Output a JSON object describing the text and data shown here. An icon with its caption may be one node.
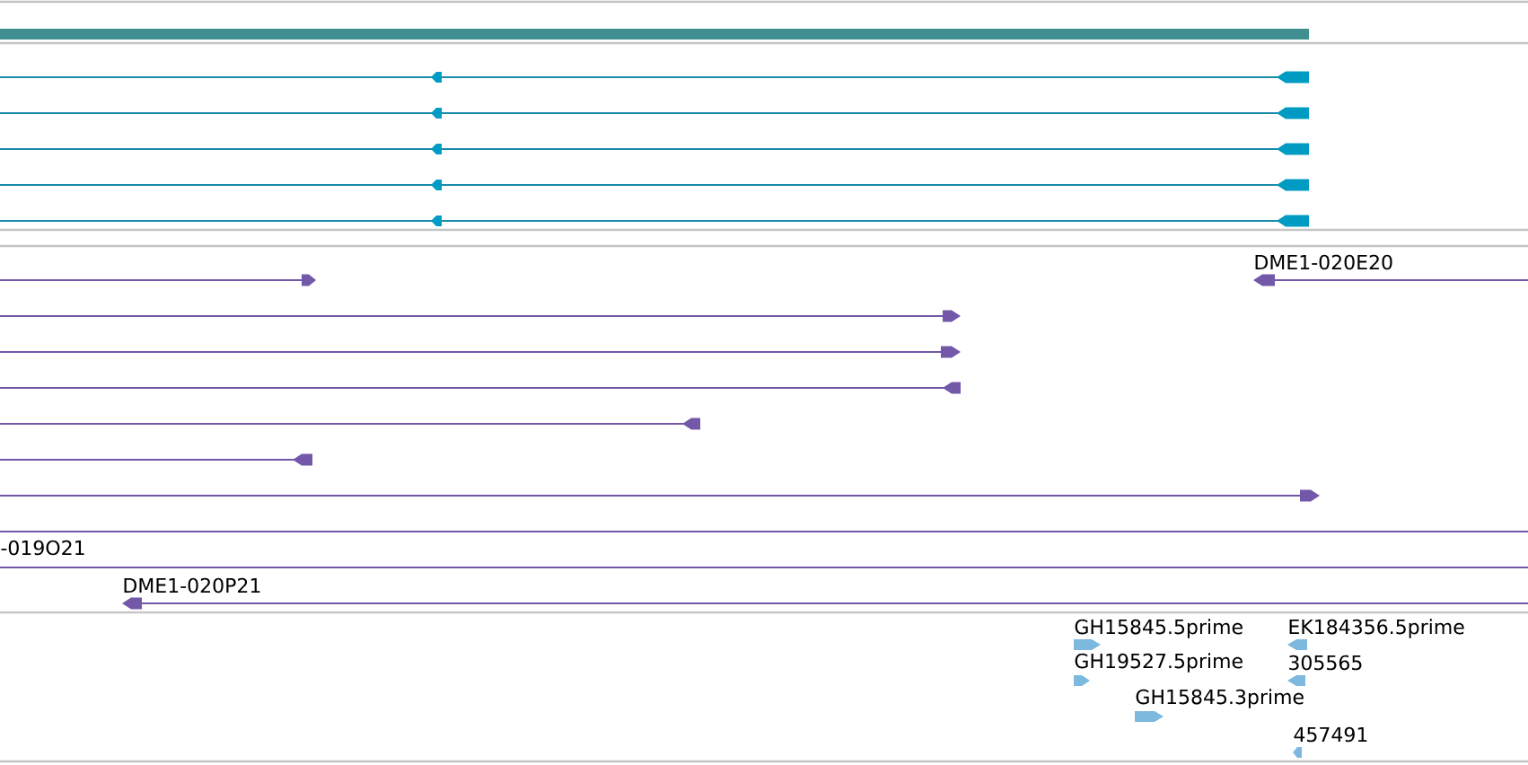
{
  "diagram": {
    "labels": [
      "DME1-020E20",
      "-019O21",
      "DME1-020P21",
      "GH15845.5prime",
      "EK184356.5prime",
      "GH19527.5prime",
      "305565",
      "GH15845.3prime",
      "457491"
    ]
  }
}
